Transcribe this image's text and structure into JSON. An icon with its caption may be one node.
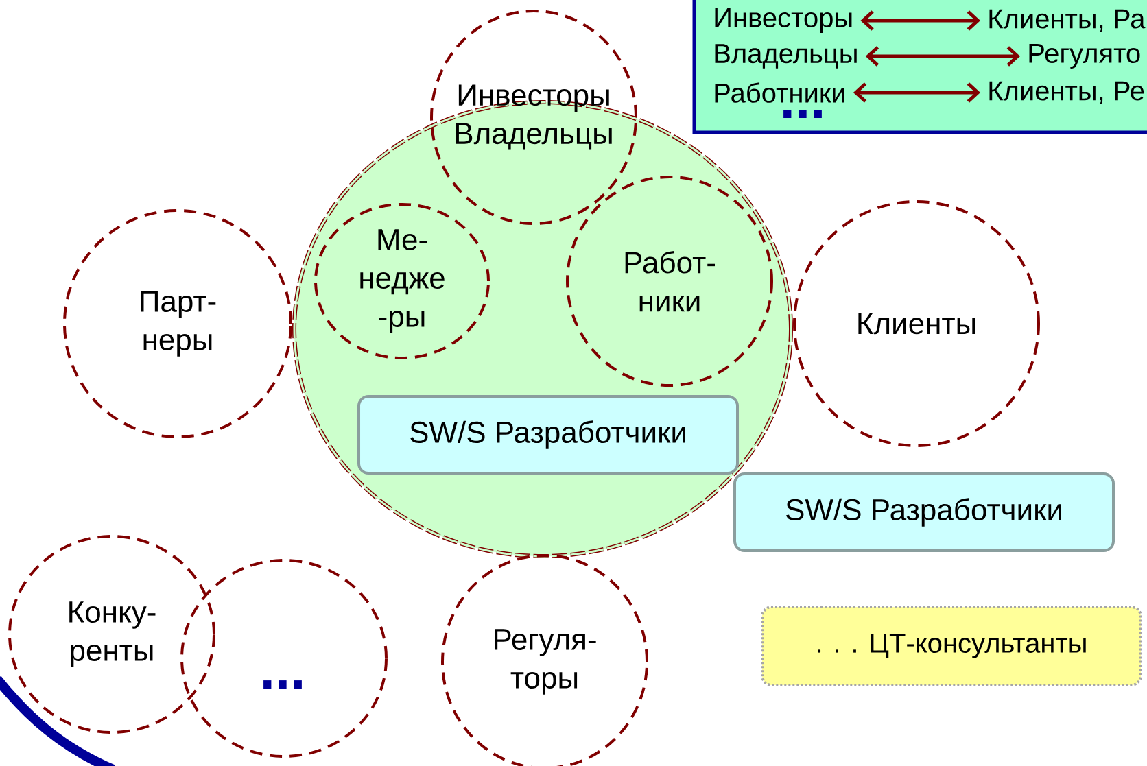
{
  "diagram": {
    "nodes": [
      {
        "text": [
          "..."
        ]
      },
      {
        "text": [
          "Инвесторы"
        ],
        "in": 0
      },
      {
        "text": [
          "Клиенты, Ра"
        ],
        "in": 0
      },
      {
        "text": [
          "Владельцы"
        ],
        "in": 0
      },
      {
        "text": [
          "Регулято"
        ],
        "in": 0
      },
      {
        "text": [
          "Работники"
        ],
        "in": 0
      },
      {
        "text": [
          "Клиенты, Ре"
        ],
        "in": 0
      },
      {
        "text": [
          "Инвесторы Владельцы"
        ]
      },
      {
        "text": [],
        "shape": "circle"
      },
      {
        "text": [
          "Парт- неры"
        ]
      },
      {
        "text": [
          "Ме- недже -ры"
        ],
        "in": 8
      },
      {
        "text": [
          "Работ- ники"
        ],
        "in": 8
      },
      {
        "text": [
          "Клиенты"
        ]
      },
      {
        "text": [
          "SW/S Разработчики"
        ],
        "in": 8
      },
      {
        "text": [
          "SW/S Разработчики"
        ]
      },
      {
        "text": [
          "Конку- ренты"
        ]
      },
      {
        "text": [
          "..."
        ]
      },
      {
        "text": [
          "Регуля- торы"
        ]
      },
      {
        "text": [
          ". . . ЦТ-консультанты"
        ]
      }
    ],
    "edges": [
      {
        "from": 1,
        "to": 2,
        "arrow": "both"
      },
      {
        "from": 3,
        "to": 4,
        "arrow": "both"
      },
      {
        "from": 5,
        "to": 6,
        "arrow": "both"
      }
    ]
  }
}
